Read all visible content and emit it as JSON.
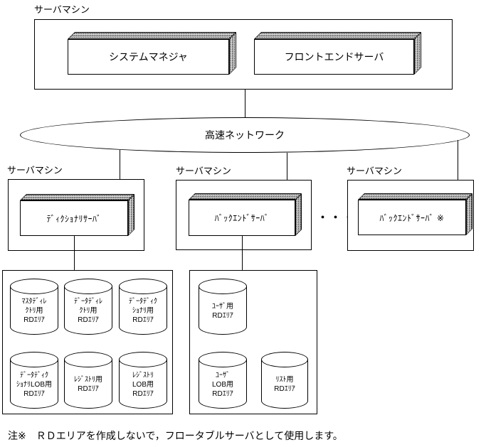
{
  "top_machine": {
    "label": "サーバマシン",
    "system_manager": "システムマネジャ",
    "front_end_server": "フロントエンドサーバ"
  },
  "network": {
    "label": "高速ネットワーク"
  },
  "dictionary_machine": {
    "label": "サーバマシン",
    "server": "ﾃﾞｨｸｼｮﾅﾘｻｰﾊﾞ"
  },
  "backend_machine": {
    "label": "サーバマシン",
    "server": "ﾊﾞｯｸｴﾝﾄﾞｻｰﾊﾞ"
  },
  "floatable_machine": {
    "label": "サーバマシン",
    "server": "ﾊﾞｯｸｴﾝﾄﾞｻｰﾊﾞ ※"
  },
  "ellipsis": "・・・",
  "dictionary_storage": {
    "cylinders": [
      {
        "lines": [
          "ﾏｽﾀﾃﾞｨﾚ",
          "ｸﾄﾘ用",
          "RDｴﾘｱ"
        ]
      },
      {
        "lines": [
          "ﾃﾞｰﾀﾃﾞｨﾚ",
          "ｸﾄﾘ用",
          "RDｴﾘｱ"
        ]
      },
      {
        "lines": [
          "ﾃﾞｰﾀﾃﾞｨｸ",
          "ｼｮﾅﾘ用",
          "RDｴﾘｱ"
        ]
      },
      {
        "lines": [
          "ﾃﾞｰﾀﾃﾞｨｸ",
          "ｼｮﾅﾘLOB用",
          "RDｴﾘｱ"
        ]
      },
      {
        "lines": [
          "ﾚｼﾞｽﾄﾘ用",
          "RDｴﾘｱ"
        ]
      },
      {
        "lines": [
          "ﾚｼﾞｽﾄﾘ",
          "LOB用",
          "RDｴﾘｱ"
        ]
      }
    ]
  },
  "backend_storage": {
    "cylinders": [
      {
        "lines": [
          "ﾕｰｻﾞ用",
          "RDｴﾘｱ"
        ]
      },
      {
        "lines": [
          "ﾕｰｻﾞ",
          "LOB用",
          "RDｴﾘｱ"
        ]
      },
      {
        "lines": [
          "ﾘｽﾄ用",
          "RDｴﾘｱ"
        ]
      }
    ]
  },
  "note": "注※　ＲＤエリアを作成しないで，フロータブルサーバとして使用します。",
  "colors": {
    "line": "#000000",
    "background": "#ffffff"
  }
}
